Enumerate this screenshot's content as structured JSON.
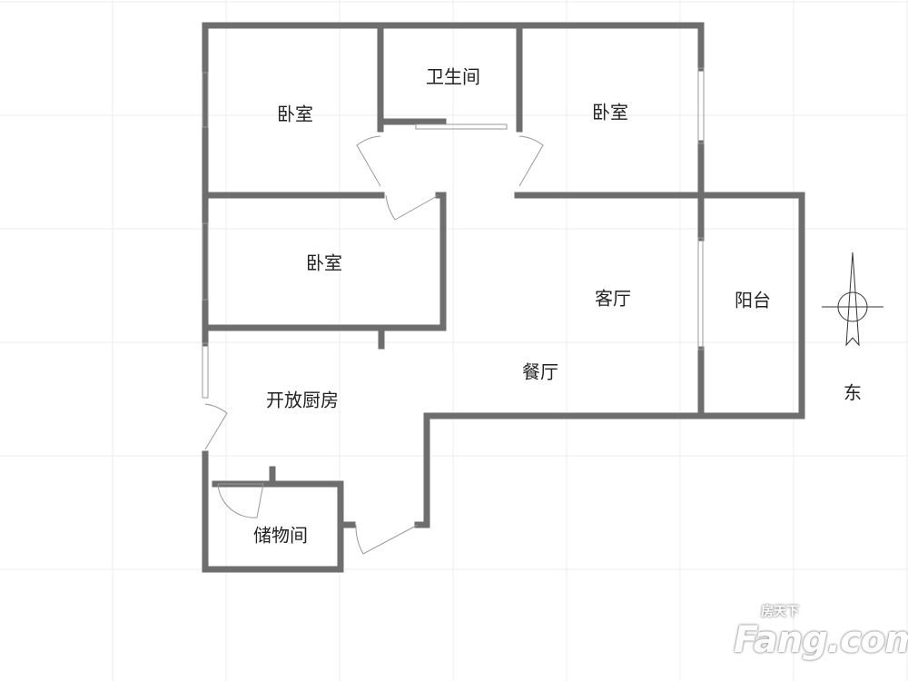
{
  "rooms": {
    "bedroom_1": "卧室",
    "bathroom": "卫生间",
    "bedroom_2": "卧室",
    "bedroom_3": "卧室",
    "living_room": "客厅",
    "balcony": "阳台",
    "dining_room": "餐厅",
    "open_kitchen": "开放厨房",
    "storage": "储物间"
  },
  "compass": {
    "direction_label": "东"
  },
  "watermark": {
    "brand": "Fang.com",
    "brand_cn": "房天下"
  },
  "colors": {
    "wall": "#6e6e6e",
    "grid": "#ececec"
  }
}
